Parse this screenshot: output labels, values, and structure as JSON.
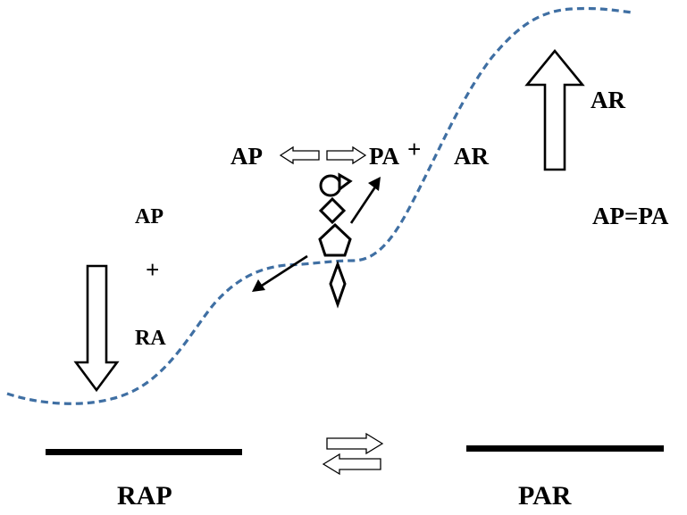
{
  "labels": {
    "ap_top": "AP",
    "pa_top": "PA",
    "plus_top": "+",
    "ar_mid": "AR",
    "ar_right": "AR",
    "ap_eq_pa": "AP=PA",
    "ap_left": "AP",
    "plus_left": "+",
    "ra_left": "RA",
    "rap_bottom": "RAP",
    "par_bottom": "PAR"
  },
  "colors": {
    "curve": "#3f6fa3",
    "ink": "#000000",
    "background": "#ffffff"
  },
  "icons": {
    "up_arrow": "hollow-up-arrow-icon",
    "down_arrow": "hollow-down-arrow-icon",
    "equilibrium_top": "double-hollow-arrow-icon",
    "equilibrium_bottom": "equilibrium-arrows-icon",
    "molecule": "pentagon-diamond-chain-icon"
  }
}
